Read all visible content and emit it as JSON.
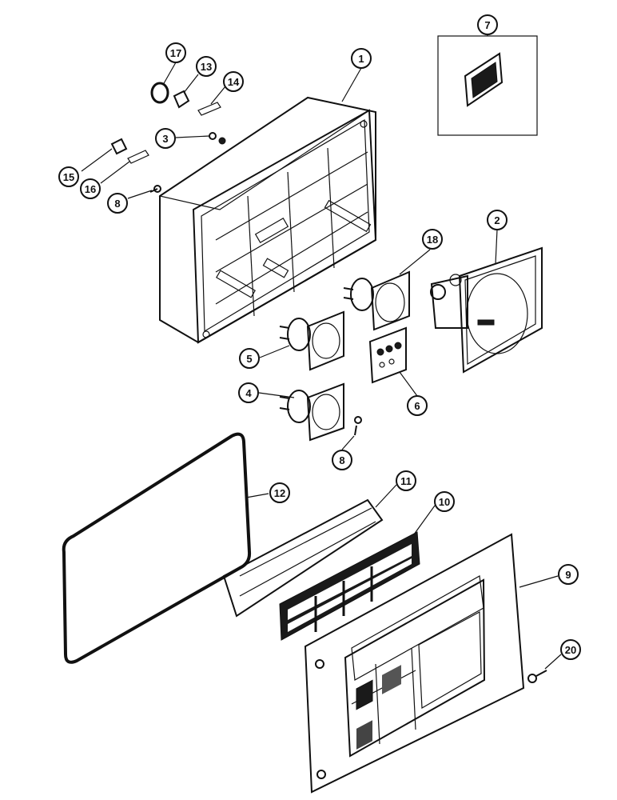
{
  "callouts": [
    {
      "id": "c1",
      "label": "1"
    },
    {
      "id": "c2",
      "label": "2"
    },
    {
      "id": "c3",
      "label": "3"
    },
    {
      "id": "c4",
      "label": "4"
    },
    {
      "id": "c5",
      "label": "5"
    },
    {
      "id": "c6",
      "label": "6"
    },
    {
      "id": "c7",
      "label": "7"
    },
    {
      "id": "c8a",
      "label": "8"
    },
    {
      "id": "c8b",
      "label": "8"
    },
    {
      "id": "c9",
      "label": "9"
    },
    {
      "id": "c10",
      "label": "10"
    },
    {
      "id": "c11",
      "label": "11"
    },
    {
      "id": "c12",
      "label": "12"
    },
    {
      "id": "c13",
      "label": "13"
    },
    {
      "id": "c14",
      "label": "14"
    },
    {
      "id": "c15",
      "label": "15"
    },
    {
      "id": "c16",
      "label": "16"
    },
    {
      "id": "c17",
      "label": "17"
    },
    {
      "id": "c18",
      "label": "18"
    },
    {
      "id": "c20",
      "label": "20"
    }
  ]
}
